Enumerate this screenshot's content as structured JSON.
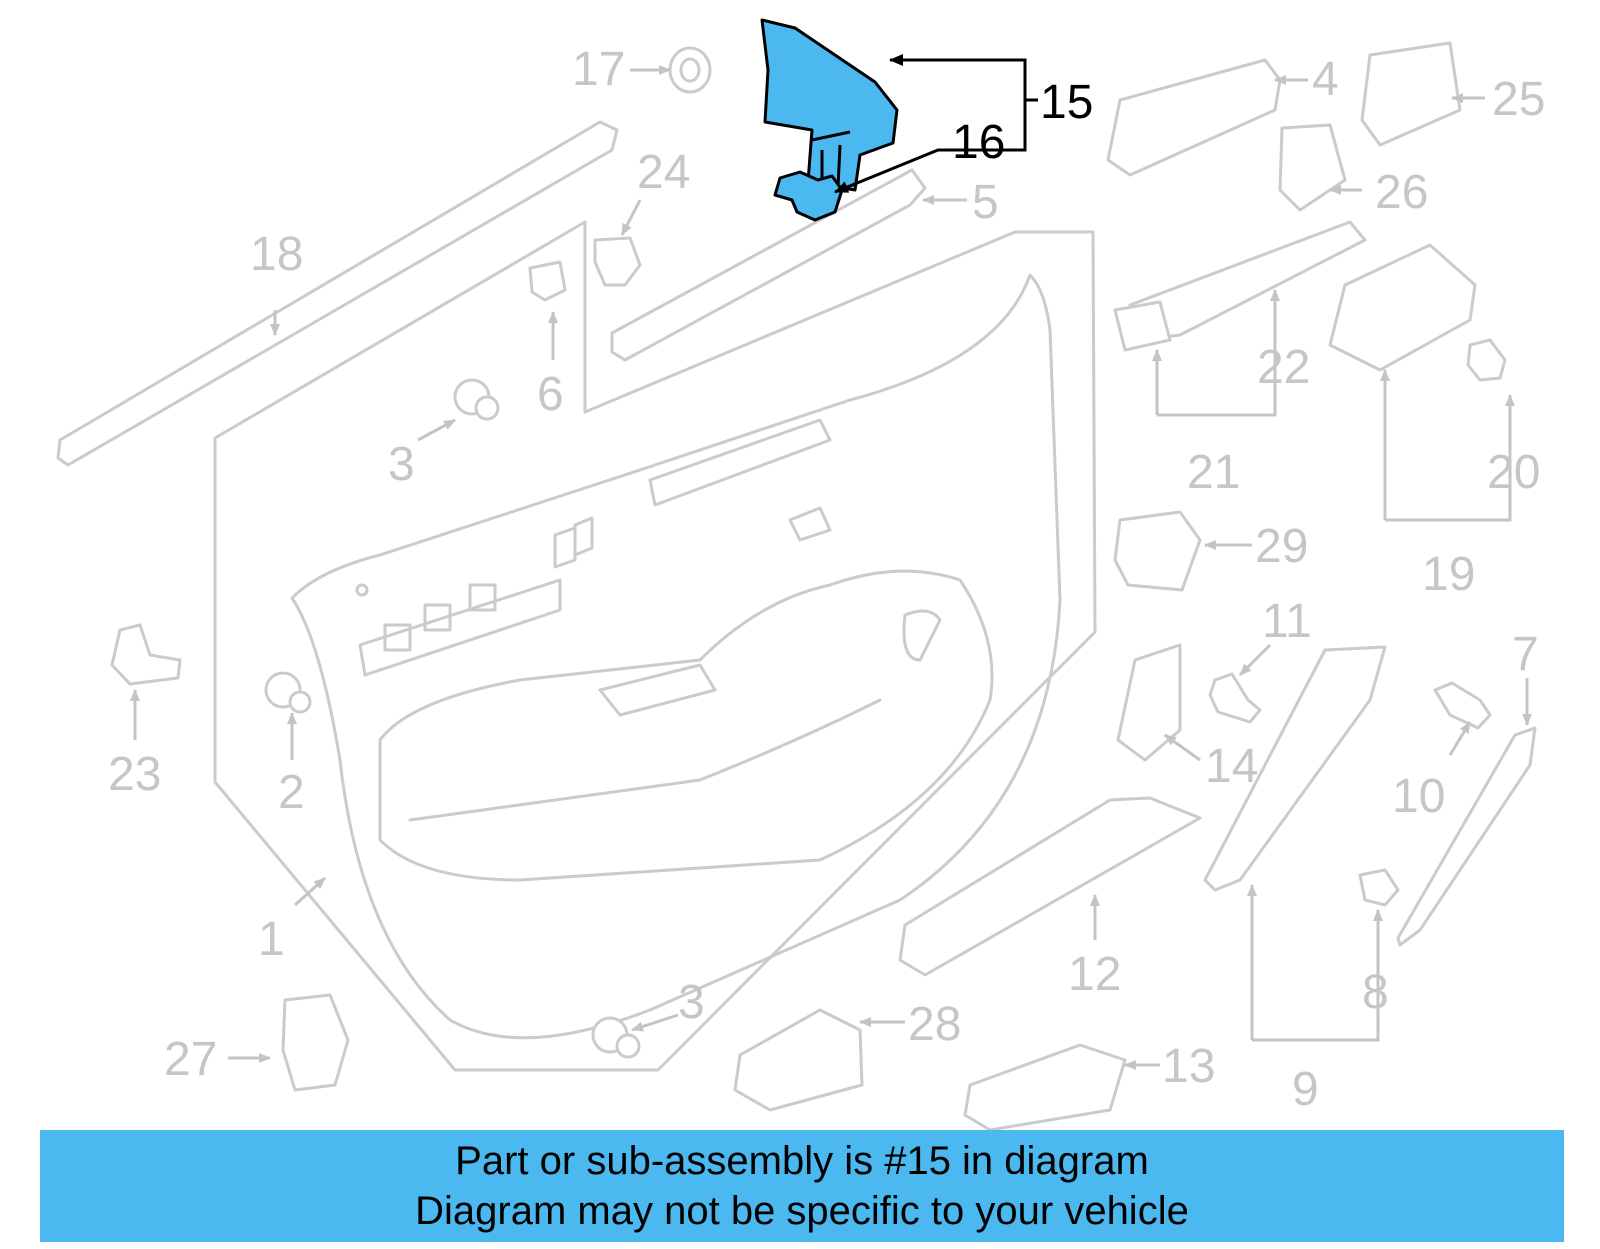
{
  "diagram": {
    "highlight_color": "#4bb8ef",
    "callouts": [
      {
        "id": "1",
        "text": "1"
      },
      {
        "id": "2",
        "text": "2"
      },
      {
        "id": "3a",
        "text": "3"
      },
      {
        "id": "3b",
        "text": "3"
      },
      {
        "id": "4",
        "text": "4"
      },
      {
        "id": "5",
        "text": "5"
      },
      {
        "id": "6",
        "text": "6"
      },
      {
        "id": "7",
        "text": "7"
      },
      {
        "id": "8",
        "text": "8"
      },
      {
        "id": "9",
        "text": "9"
      },
      {
        "id": "10",
        "text": "10"
      },
      {
        "id": "11",
        "text": "11"
      },
      {
        "id": "12",
        "text": "12"
      },
      {
        "id": "13",
        "text": "13"
      },
      {
        "id": "14",
        "text": "14"
      },
      {
        "id": "15",
        "text": "15"
      },
      {
        "id": "16",
        "text": "16"
      },
      {
        "id": "17",
        "text": "17"
      },
      {
        "id": "18",
        "text": "18"
      },
      {
        "id": "19",
        "text": "19"
      },
      {
        "id": "20",
        "text": "20"
      },
      {
        "id": "21",
        "text": "21"
      },
      {
        "id": "22",
        "text": "22"
      },
      {
        "id": "23",
        "text": "23"
      },
      {
        "id": "24",
        "text": "24"
      },
      {
        "id": "25",
        "text": "25"
      },
      {
        "id": "26",
        "text": "26"
      },
      {
        "id": "27",
        "text": "27"
      },
      {
        "id": "28",
        "text": "28"
      },
      {
        "id": "29",
        "text": "29"
      }
    ],
    "highlighted_parts": [
      "15",
      "16"
    ]
  },
  "banner": {
    "line1": "Part or sub-assembly is #15 in diagram",
    "line2": "Diagram may not be specific to your vehicle"
  }
}
